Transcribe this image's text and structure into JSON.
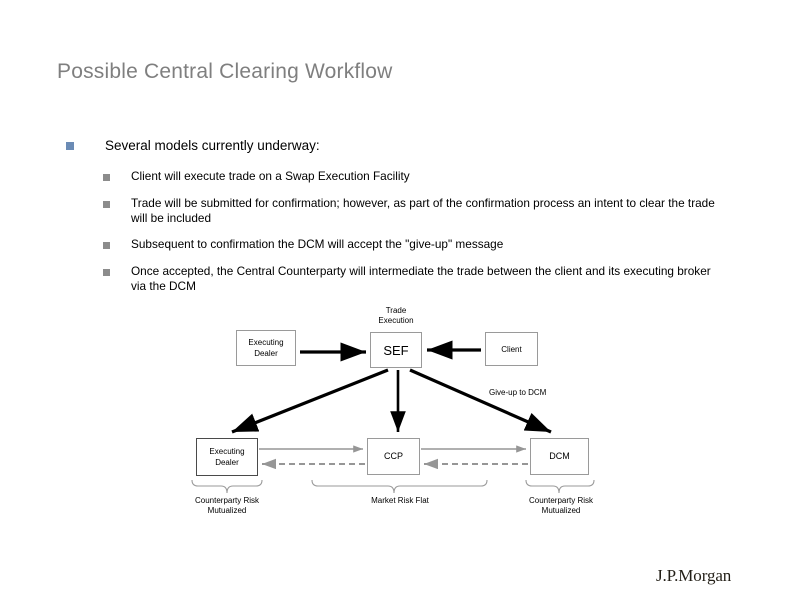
{
  "slide": {
    "title": "Possible Central Clearing Workflow",
    "logo": "J.P.Morgan"
  },
  "content": {
    "lead_bullet": "Several models currently underway:",
    "sub_bullets": [
      "Client will execute trade on a Swap Execution Facility",
      "Trade will be submitted for confirmation; however, as part of the confirmation process an intent to clear the trade will be included",
      "Subsequent to confirmation the DCM will accept the \"give-up\" message",
      "Once accepted, the Central Counterparty will intermediate the trade between the client and its executing broker via the DCM"
    ]
  },
  "diagram": {
    "nodes": {
      "executing_dealer_top": "Executing\nDealer",
      "sef": "SEF",
      "client": "Client",
      "executing_dealer_bottom": "Executing\nDealer",
      "ccp": "CCP",
      "dcm": "DCM"
    },
    "labels": {
      "trade_execution": "Trade\nExecution",
      "give_up_to_dcm": "Give-up to DCM",
      "counterparty_risk_left": "Counterparty Risk\nMutualized",
      "market_risk_flat": "Market Risk Flat",
      "counterparty_risk_right": "Counterparty Risk\nMutualized"
    }
  },
  "colors": {
    "title_gray": "#7f7f7f",
    "bullet_primary": "#6b8bb5",
    "bullet_secondary": "#8c8c8c",
    "arrow_black": "#000000",
    "arrow_gray": "#969696",
    "box_border_gray": "#9a9a9a",
    "logo_color": "#231f17"
  }
}
